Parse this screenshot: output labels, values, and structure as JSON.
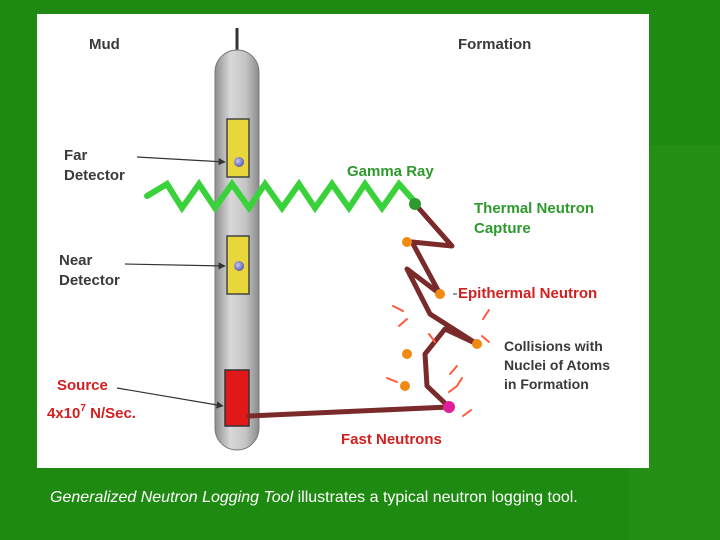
{
  "figure": {
    "labels": {
      "mud": "Mud",
      "formation": "Formation",
      "far_detector_1": "Far",
      "far_detector_2": "Detector",
      "near_detector_1": "Near",
      "near_detector_2": "Detector",
      "source_1": "Source",
      "source_2_base": "4x10",
      "source_2_exp": "7",
      "source_2_tail": " N/Sec.",
      "gamma_ray": "Gamma Ray",
      "thermal_1": "Thermal Neutron",
      "thermal_2": "Capture",
      "epithermal": "Epithermal Neutron",
      "collisions_1": "Collisions with",
      "collisions_2": "Nuclei of Atoms",
      "collisions_3": "in Formation",
      "fast_neutrons": "Fast Neutrons"
    },
    "colors": {
      "tool_body": "#b8b8b8",
      "detector": "#e8d63a",
      "source": "#e01818",
      "gamma_ray": "#3ad23a",
      "nucleus": "#f08a10",
      "capture": "#2e9a2e",
      "fast_neutron": "#e0209a",
      "path": "#7a2a2a",
      "burst": "#ff5a3c"
    }
  },
  "caption": {
    "italic": "Generalized Neutron Logging Tool",
    "rest": " illustrates a typical neutron logging tool."
  }
}
